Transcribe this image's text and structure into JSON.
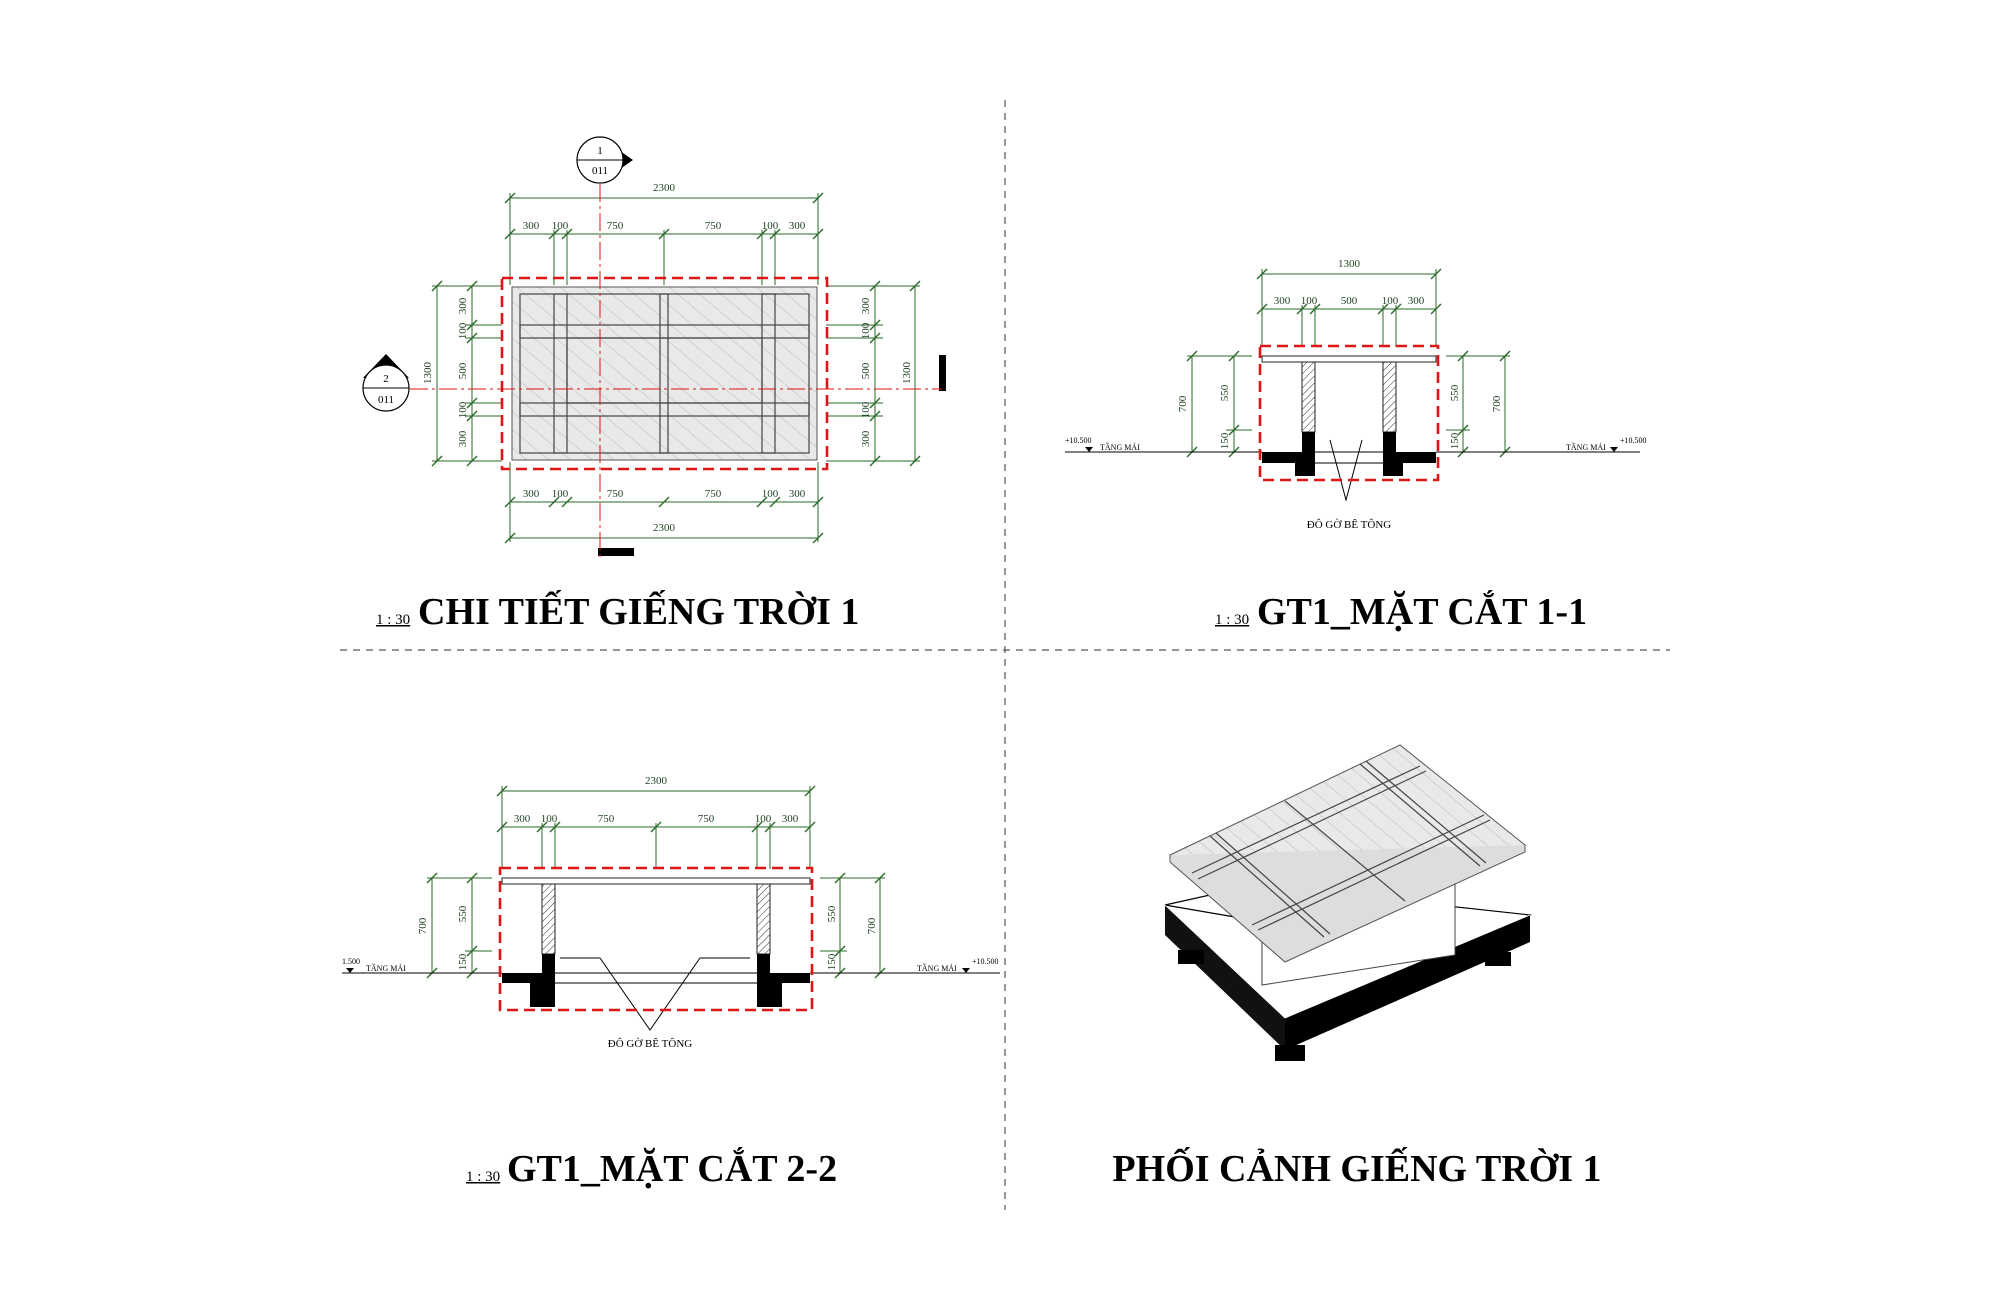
{
  "titles": {
    "plan": "CHI TIẾT GIẾNG TRỜI 1",
    "section11": "GT1_MẶT CẮT 1-1",
    "section22": "GT1_MẶT CẮT 2-2",
    "perspective": "PHỐI CẢNH GIẾNG TRỜI 1"
  },
  "scale": "1 : 30",
  "section_markers": {
    "top": {
      "number": "1",
      "sheet": "011"
    },
    "left": {
      "number": "2",
      "sheet": "011"
    }
  },
  "plan_dimensions": {
    "overall_width": "2300",
    "width_parts": [
      "300",
      "100",
      "750",
      "750",
      "100",
      "300"
    ],
    "overall_height": "1300",
    "height_parts": [
      "300",
      "100",
      "500",
      "100",
      "300"
    ]
  },
  "section11_dimensions": {
    "overall_width": "1300",
    "width_parts": [
      "300",
      "100",
      "500",
      "100",
      "300"
    ],
    "heights": [
      "700",
      "550",
      "150"
    ]
  },
  "section22_dimensions": {
    "overall_width": "2300",
    "width_parts": [
      "300",
      "100",
      "750",
      "750",
      "100",
      "300"
    ],
    "heights": [
      "700",
      "550",
      "150"
    ]
  },
  "levels": {
    "roof_label": "TẦNG MÁI",
    "roof_value": "+10.500",
    "left_value_22": "1.500"
  },
  "annotations": {
    "concrete_note": "ĐÔ GỜ BÊ TÔNG"
  }
}
